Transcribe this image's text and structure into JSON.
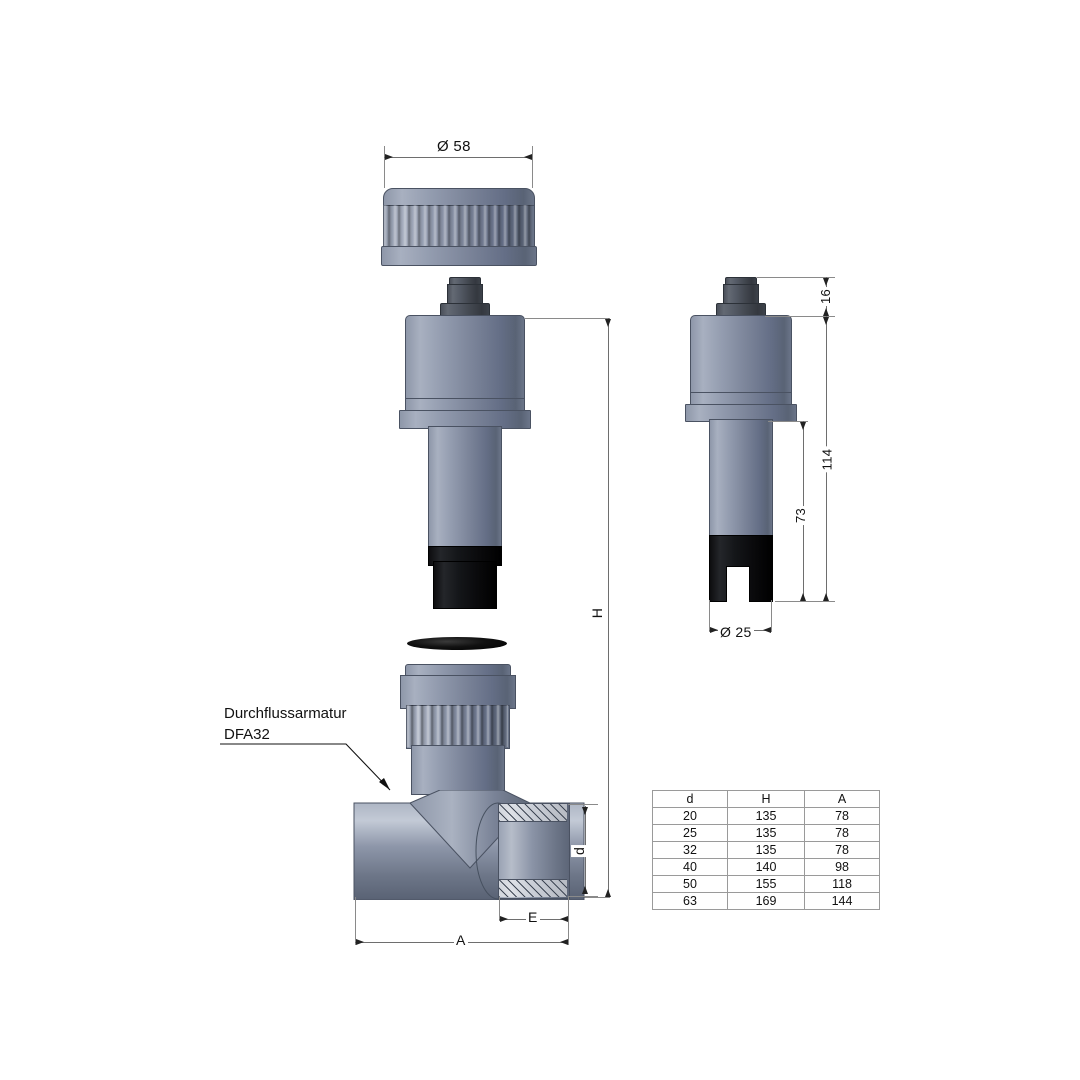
{
  "drawing": {
    "title_note": {
      "line1": "Durchflussarmatur",
      "line2": "DFA32"
    },
    "dimensions": {
      "cap_diameter": "Ø 58",
      "tip_diameter": "Ø 25",
      "height_total": "H",
      "pipe_diameter": "d",
      "length_a": "A",
      "length_e": "E",
      "sensor_top": "16",
      "sensor_overall": "114",
      "sensor_insert": "73"
    },
    "table": {
      "headers": [
        "d",
        "H",
        "A"
      ],
      "rows": [
        [
          "20",
          "135",
          "78"
        ],
        [
          "25",
          "135",
          "78"
        ],
        [
          "32",
          "135",
          "78"
        ],
        [
          "40",
          "140",
          "98"
        ],
        [
          "50",
          "155",
          "118"
        ],
        [
          "63",
          "169",
          "144"
        ]
      ]
    },
    "colors": {
      "metal_light": "#a8b0c0",
      "metal_mid": "#7b8499",
      "metal_dark": "#4a5262",
      "black_part": "#0d0d0f",
      "dim_line": "#6e6e6e",
      "background": "#ffffff"
    },
    "parts": {
      "cap": "knurled-protective-cap",
      "sensor": "flow-sensor-assembly",
      "oring": "o-ring-seal",
      "tee": "tee-fitting-body",
      "union_nut": "knurled-union-nut"
    }
  }
}
